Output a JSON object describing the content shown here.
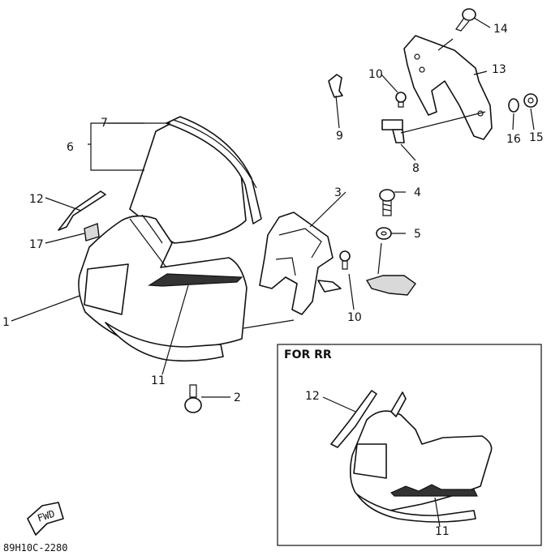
{
  "callouts": {
    "c1": "1",
    "c2": "2",
    "c3": "3",
    "c4": "4",
    "c5": "5",
    "c6": "6",
    "c7": "7",
    "c8": "8",
    "c9": "9",
    "c10a": "10",
    "c10b": "10",
    "c11a": "11",
    "c11b": "11",
    "c12a": "12",
    "c12b": "12",
    "c13": "13",
    "c14": "14",
    "c15": "15",
    "c16": "16",
    "c17": "17"
  },
  "inset": {
    "title": "FOR RR"
  },
  "arrow": {
    "label": "FWD"
  },
  "code": "89H10C-2280"
}
